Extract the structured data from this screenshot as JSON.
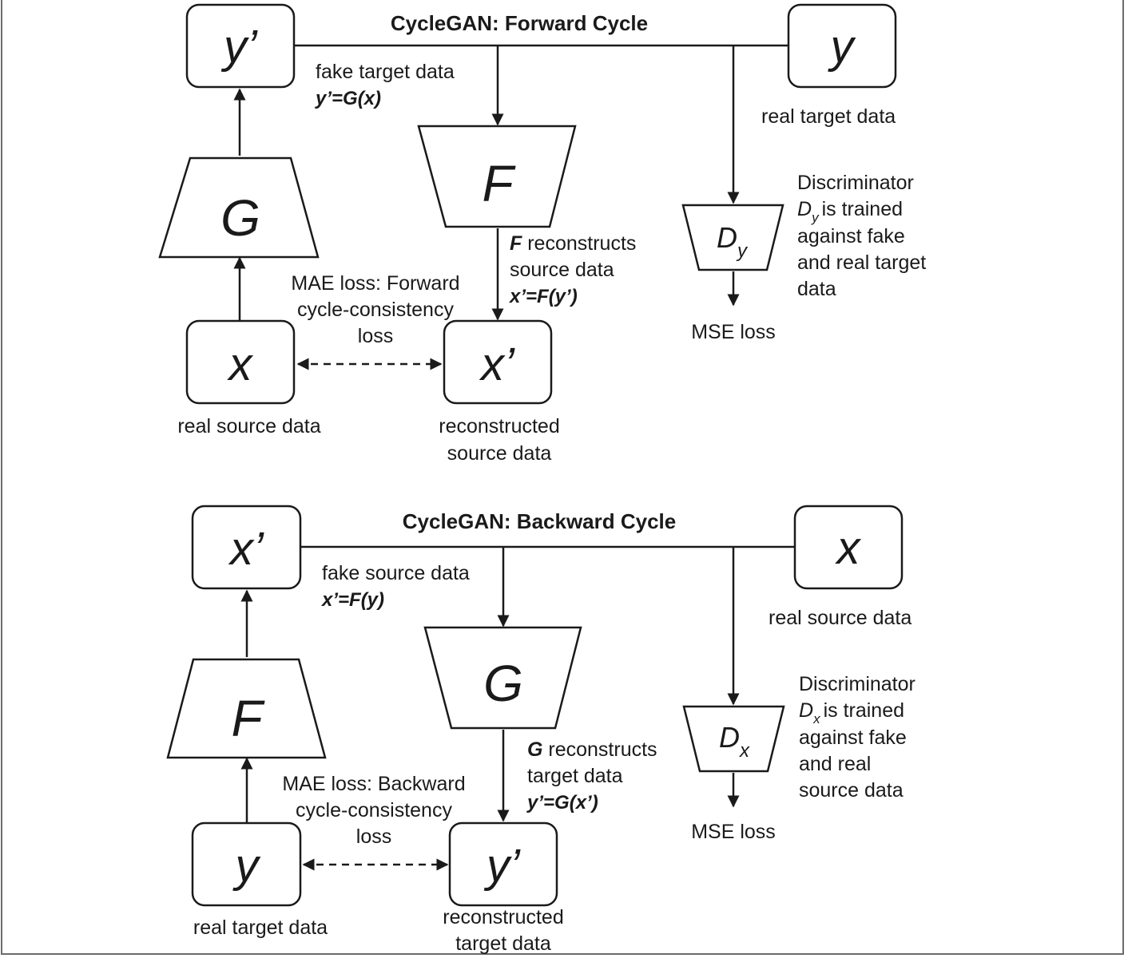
{
  "forward": {
    "title": "CycleGAN: Forward Cycle",
    "box_y_prime": "y’",
    "box_y": "y",
    "box_x": "x",
    "box_x_prime": "x’",
    "gen_G": "G",
    "gen_F": "F",
    "disc_main": "D",
    "disc_sub": "y",
    "fake_label": "fake target data",
    "fake_eq": "y’=G(x)",
    "real_target_label": "real target data",
    "recon_bold": "F",
    "recon_line1": " reconstructs",
    "recon_line2": "source data",
    "recon_eq": "x’=F(y’)",
    "mae_line1": "MAE loss: Forward",
    "mae_line2": "cycle-consistency",
    "mae_line3": "loss",
    "disc_text_line1": "Discriminator",
    "disc_text_line2": "is trained",
    "disc_text_line3": "against fake",
    "disc_text_line4": "and real target",
    "disc_text_line5": "data",
    "mse": "MSE loss",
    "real_source_label": "real source data",
    "recon_label_line1": "reconstructed",
    "recon_label_line2": "source data"
  },
  "backward": {
    "title": "CycleGAN: Backward Cycle",
    "box_x_prime": "x’",
    "box_x": "x",
    "box_y": "y",
    "box_y_prime": "y’",
    "gen_F": "F",
    "gen_G": "G",
    "disc_main": "D",
    "disc_sub": "x",
    "fake_label": "fake source data",
    "fake_eq": "x’=F(y)",
    "real_source_label": "real source data",
    "recon_bold": "G",
    "recon_line1": " reconstructs",
    "recon_line2": "target data",
    "recon_eq": "y’=G(x’)",
    "mae_line1": "MAE loss: Backward",
    "mae_line2": "cycle-consistency",
    "mae_line3": "loss",
    "disc_text_line1": "Discriminator",
    "disc_text_line2": "is trained",
    "disc_text_line3": "against fake",
    "disc_text_line4": "and real",
    "disc_text_line5": "source data",
    "mse": "MSE loss",
    "real_target_label": "real target data",
    "recon_label_line1": "reconstructed",
    "recon_label_line2": "target data"
  }
}
